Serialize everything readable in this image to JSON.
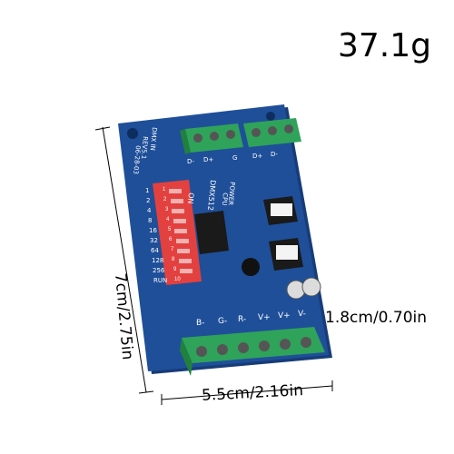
{
  "product": {
    "weight": "37.1g",
    "height_dim": "7cm/2.75in",
    "width_dim": "5.5cm/2.16in",
    "depth_dim": "1.8cm/0.70in"
  },
  "board": {
    "label_model": "DMX512",
    "label_power": "POWER",
    "label_cpu": "CPU",
    "label_dmx_in": "DMX IN",
    "label_rev": "REV5.1",
    "label_date": "06-28-03",
    "label_on": "ON",
    "dip_numbers": [
      "1",
      "2",
      "3",
      "4",
      "5",
      "6",
      "7",
      "8",
      "9",
      "10"
    ],
    "bottom_terminals": [
      "B-",
      "G-",
      "R-",
      "V+",
      "V+",
      "V-"
    ],
    "top_terminals": [
      "D-",
      "D+",
      "G",
      "D+",
      "D-"
    ],
    "left_labels": [
      "1",
      "2",
      "4",
      "8",
      "16",
      "32",
      "64",
      "128",
      "256",
      "RUN"
    ],
    "colors": {
      "pcb": "#1f4f99",
      "pcb_edge": "#173c78",
      "terminal": "#2fa35a",
      "dip": "#e2413f"
    }
  }
}
